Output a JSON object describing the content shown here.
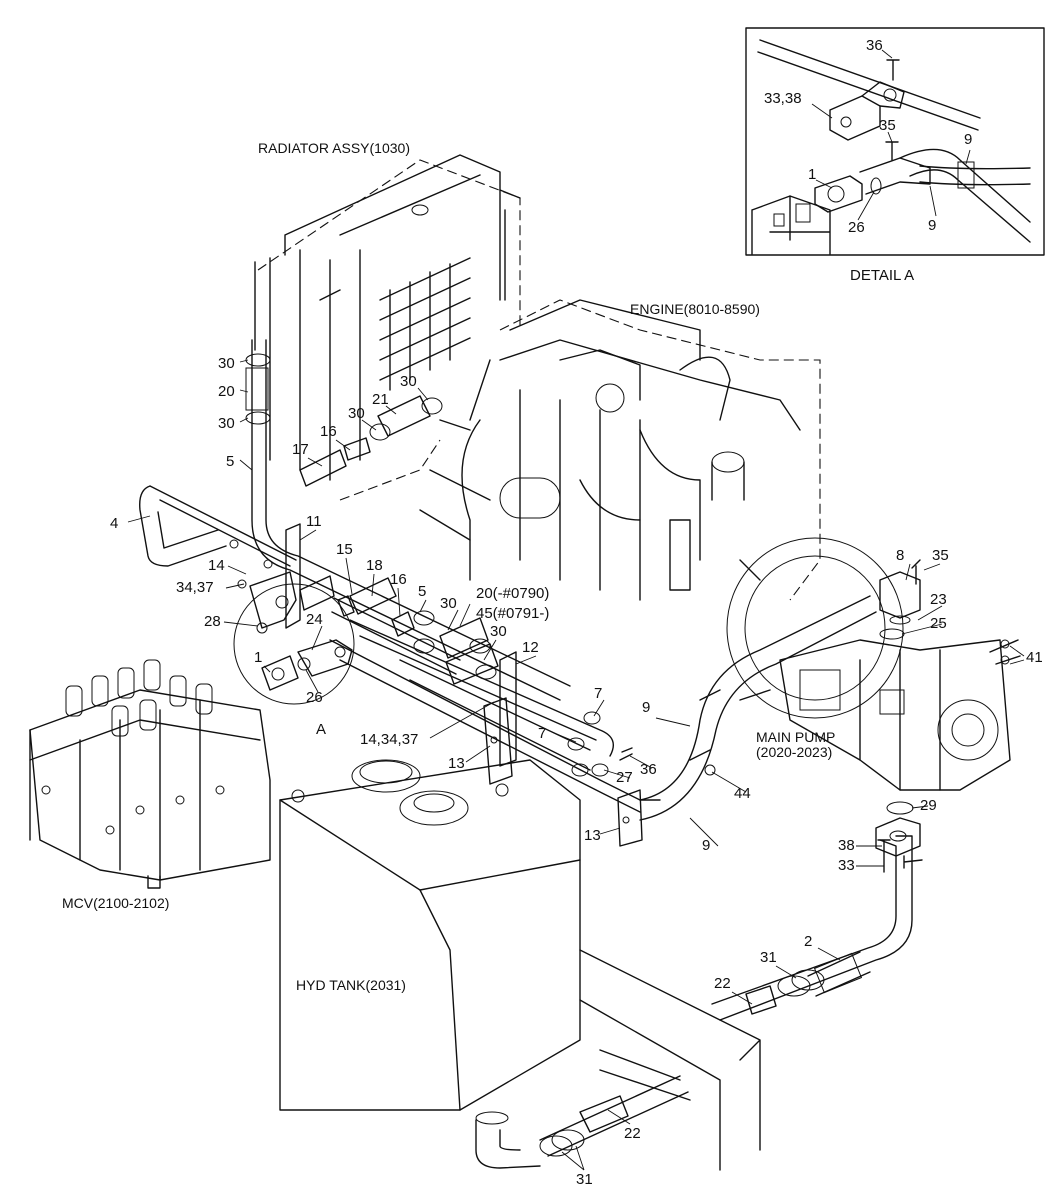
{
  "assemblies": {
    "radiator": "RADIATOR ASSY(1030)",
    "engine": "ENGINE(8010-8590)",
    "main_pump_line1": "MAIN PUMP",
    "main_pump_line2": "(2020-2023)",
    "mcv": "MCV(2100-2102)",
    "hyd_tank": "HYD TANK(2031)",
    "detail_title": "DETAIL A",
    "detail_marker": "A"
  },
  "callouts": {
    "c30a": "30",
    "c20a": "20",
    "c30b": "30",
    "c5a": "5",
    "c30c": "30",
    "c21": "21",
    "c30d": "30",
    "c16a": "16",
    "c17": "17",
    "c4": "4",
    "c11": "11",
    "c14": "14",
    "c3437a": "34,37",
    "c28": "28",
    "c15": "15",
    "c18": "18",
    "c16b": "16",
    "c5b": "5",
    "c20note": "20(-#0790)",
    "c45note": "45(#0791-)",
    "c30e": "30",
    "c30f": "30",
    "c24": "24",
    "c1a": "1",
    "c26a": "26",
    "c12": "12",
    "c143437": "14,34,37",
    "c13a": "13",
    "c7a": "7",
    "c7b": "7",
    "c27": "27",
    "c36a": "36",
    "c13b": "13",
    "c9a": "9",
    "c9b": "9",
    "c44": "44",
    "c8": "8",
    "c35a": "35",
    "c23": "23",
    "c25": "25",
    "c41": "41",
    "c29": "29",
    "c38a": "38",
    "c33a": "33",
    "c2": "2",
    "c31a": "31",
    "c22a": "22",
    "c22b": "22",
    "c31b": "31"
  },
  "detail_callouts": {
    "d36": "36",
    "d3338": "33,38",
    "d35": "35",
    "d9a": "9",
    "d1": "1",
    "d26": "26",
    "d9b": "9"
  }
}
